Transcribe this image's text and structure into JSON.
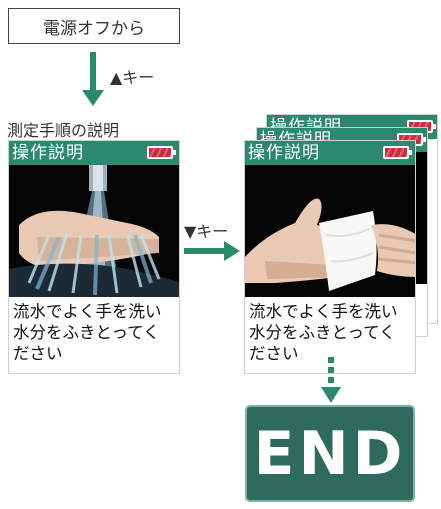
{
  "start_box": "電源オフから",
  "key_up": "▲キー",
  "section_label": "測定手順の説明",
  "key_down": "▼キー",
  "screen": {
    "title": "操作説明",
    "caption_line1": "流水でよく手を洗い",
    "caption_line2": "水分をふきとってく",
    "caption_line3": "ださい"
  },
  "end_label": "END",
  "colors": {
    "accent_green": "#2b8a6e",
    "end_bg": "#2f6b5d",
    "battery_red": "#c0303e"
  }
}
